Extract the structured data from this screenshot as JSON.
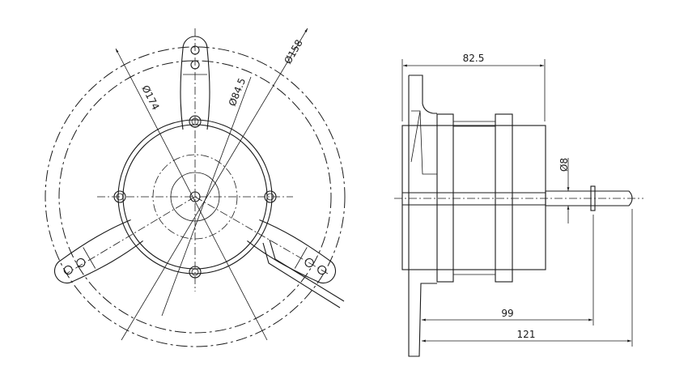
{
  "drawing": {
    "front_view": {
      "dimensions": {
        "outer_dia": "Ø174",
        "mid_dia": "Ø84.5",
        "mount_dia": "Ø158"
      }
    },
    "side_view": {
      "dimensions": {
        "body_length": "82.5",
        "shaft_dia": "Ø8",
        "length_to_clip": "99",
        "overall_length": "121"
      }
    },
    "line_color": "#1a1a1a"
  }
}
